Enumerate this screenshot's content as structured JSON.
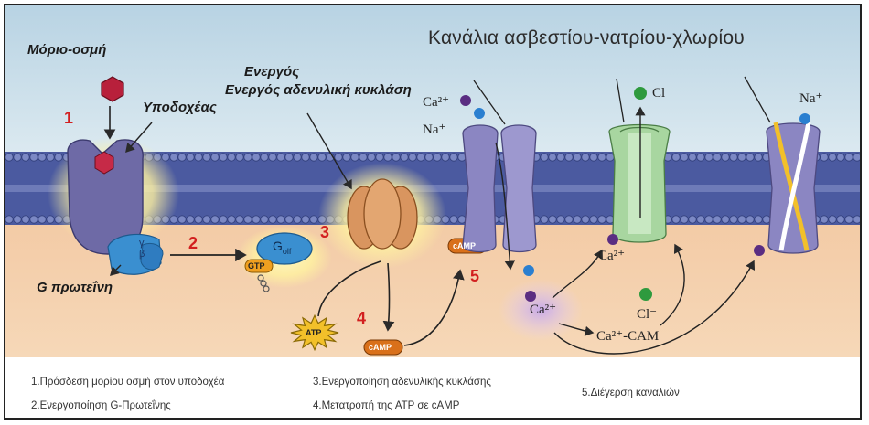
{
  "diagram": {
    "title": "Κανάλια ασβεστίου-νατρίου-χλωρίου",
    "labels": {
      "odorant_molecule": "Μόριο-οσμή",
      "receptor": "Υποδοχέας",
      "active_adenylyl_cyclase": "Ενεργός αδενυλική κυκλάση",
      "g_protein": "G πρωτεΐνη",
      "g_olf_G": "G",
      "g_olf_sub": "olf",
      "gtp": "GTP",
      "atp": "ATP",
      "camp_near_channel": "cAMP",
      "camp_product": "cAMP",
      "gamma": "γ",
      "beta": "β"
    },
    "steps": [
      "1",
      "2",
      "3",
      "4",
      "5"
    ],
    "ions": {
      "ca_left": "Ca²⁺",
      "na_left": "Na⁺",
      "cl_top": "Cl⁻",
      "na_right": "Na⁺",
      "ca_mid": "Ca²⁺",
      "cl_bottom": "Cl⁻",
      "ca_glow": "Ca²⁺",
      "ca_cam": "Ca²⁺-CAM"
    },
    "notes": [
      "1.Πρόσδεση μορίου οσμή στον υποδοχέα",
      "2.Ενεργοποίηση G-Πρωτεΐνης",
      "3.Ενεργοποίηση αδενυλικής κυκλάσης",
      "4.Μετατροπή της ATP σε cAMP",
      "5.Διέγερση καναλιών"
    ],
    "colors": {
      "sky": "#c9dde8",
      "membrane": "#5867a9",
      "cytoplasm": "#f0c7a1",
      "receptor": "#6e6aa6",
      "cyclase": "#d9955f",
      "g_protein": "#3a8fd0",
      "channel_purple": "#8b86c2",
      "channel_green": "#a8d6a0",
      "step_numbers": "#d21f1f"
    }
  }
}
